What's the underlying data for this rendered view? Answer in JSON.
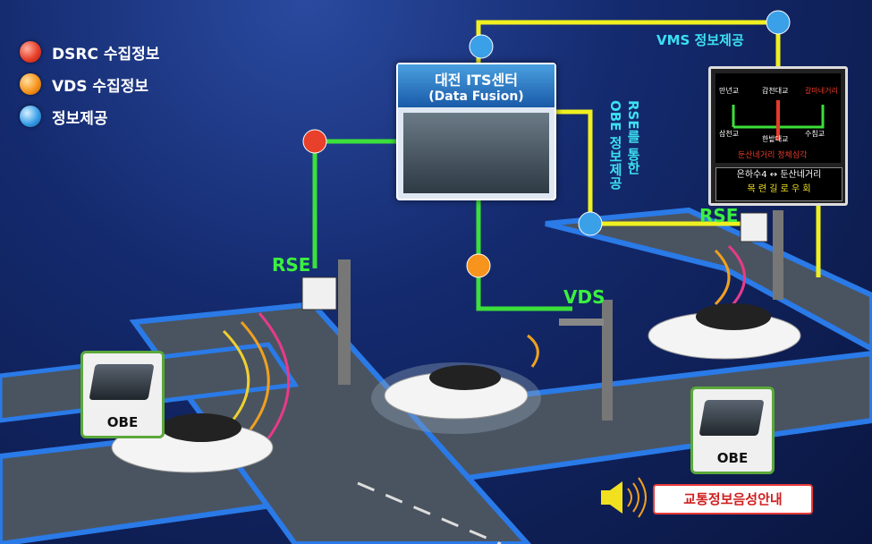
{
  "legend": [
    {
      "label": "DSRC 수집정보",
      "color": "red"
    },
    {
      "label": "VDS 수집정보",
      "color": "orange"
    },
    {
      "label": "정보제공",
      "color": "blue"
    }
  ],
  "its_center": {
    "title": "대전 ITS센터",
    "subtitle": "(Data Fusion)"
  },
  "labels": {
    "rse_left": "RSE",
    "rse_right": "RSE",
    "vds": "VDS",
    "vms_info": "VMS 정보제공",
    "obe_info_line1": "RSE를 통한",
    "obe_info_line2": "OBE 정보제공"
  },
  "vms": {
    "top_labels": [
      "만년교",
      "갑천대교",
      "갈마네거리"
    ],
    "bottom_labels": [
      "삼천교",
      "한밭대교",
      "수침교"
    ],
    "status": "둔산네거리 정체심각",
    "line1": "은하수4 ↔ 둔산네거리",
    "line2": "목 련 길 로 우 회"
  },
  "obe_left": "OBE",
  "obe_right": "OBE",
  "announce": "교통정보음성안내",
  "colors": {
    "line_green": "#3ce03a",
    "line_yellow": "#f0f020",
    "road": "#4a5460",
    "road_edge": "#2a7ae8"
  }
}
